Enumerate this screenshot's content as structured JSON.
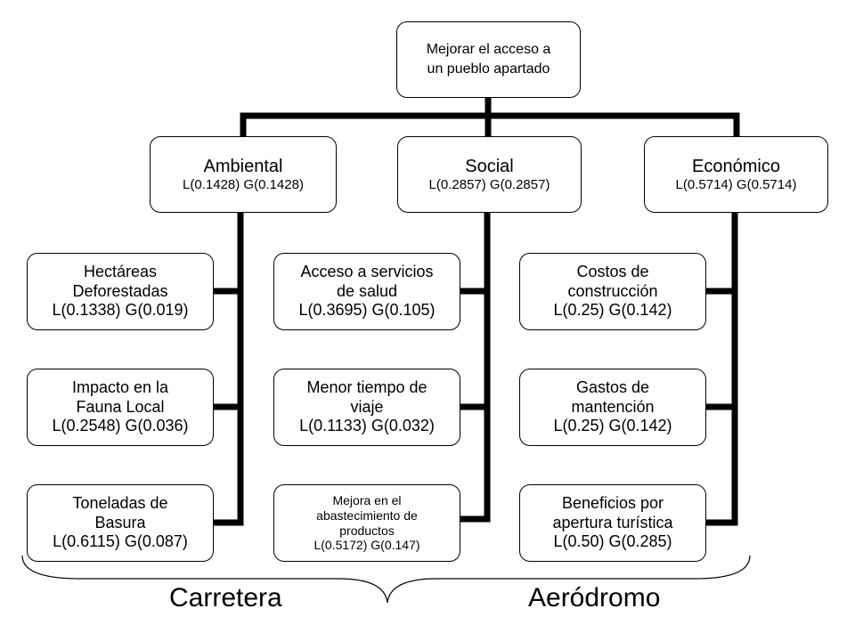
{
  "goal": {
    "line1": "Mejorar el acceso a",
    "line2": "un pueblo apartado"
  },
  "criteria": [
    {
      "name": "Ambiental",
      "weights": "L(0.1428) G(0.1428)",
      "subcriteria": [
        {
          "lines": [
            "Hectáreas",
            "Deforestadas",
            "L(0.1338) G(0.019)"
          ]
        },
        {
          "lines": [
            "Impacto en la",
            "Fauna Local",
            "L(0.2548) G(0.036)"
          ]
        },
        {
          "lines": [
            "Toneladas de",
            "Basura",
            "L(0.6115) G(0.087)"
          ]
        }
      ]
    },
    {
      "name": "Social",
      "weights": "L(0.2857) G(0.2857)",
      "subcriteria": [
        {
          "lines": [
            "Acceso a servicios",
            "de salud",
            "L(0.3695) G(0.105)"
          ]
        },
        {
          "lines": [
            "Menor tiempo de",
            "viaje",
            "L(0.1133) G(0.032)"
          ]
        },
        {
          "lines": [
            "Mejora en el",
            "abastecimiento de",
            "productos",
            "L(0.5172) G(0.147)"
          ]
        }
      ]
    },
    {
      "name": "Económico",
      "weights": "L(0.5714) G(0.5714)",
      "subcriteria": [
        {
          "lines": [
            "Costos de",
            "construcción",
            "L(0.25) G(0.142)"
          ]
        },
        {
          "lines": [
            "Gastos de",
            "mantención",
            "L(0.25) G(0.142)"
          ]
        },
        {
          "lines": [
            "Beneficios por",
            "apertura turística",
            "L(0.50) G(0.285)"
          ]
        }
      ]
    }
  ],
  "alternatives": [
    "Carretera",
    "Aeródromo"
  ]
}
